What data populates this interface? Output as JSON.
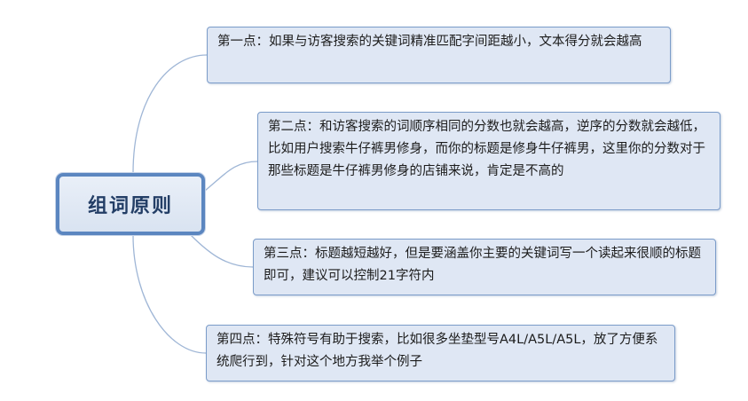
{
  "central": {
    "label": "组词原则"
  },
  "nodes": [
    {
      "text": "第一点：如果与访客搜索的关键词精准匹配字间距越小，文本得分就会越高"
    },
    {
      "text": "第二点：和访客搜索的词顺序相同的分数也就会越高，逆序的分数就会越低，比如用户搜索牛仔裤男修身，而你的标题是修身牛仔裤男，这里你的分数对于那些标题是牛仔裤男修身的店铺来说，肯定是不高的"
    },
    {
      "text": "第三点：标题越短越好，但是要涵盖你主要的关键词写一个读起来很顺的标题即可，建议可以控制21字符内"
    },
    {
      "text": "第四点：特殊符号有助于搜索，比如很多坐垫型号A4L/A5L/A5L，放了方便系统爬行到，针对这个地方我举个例子"
    }
  ],
  "colors": {
    "central_border": "#5b86c0",
    "node_border": "#7b9cc9",
    "node_fill": "#dfe7f4",
    "connector": "#9fb6d6"
  }
}
